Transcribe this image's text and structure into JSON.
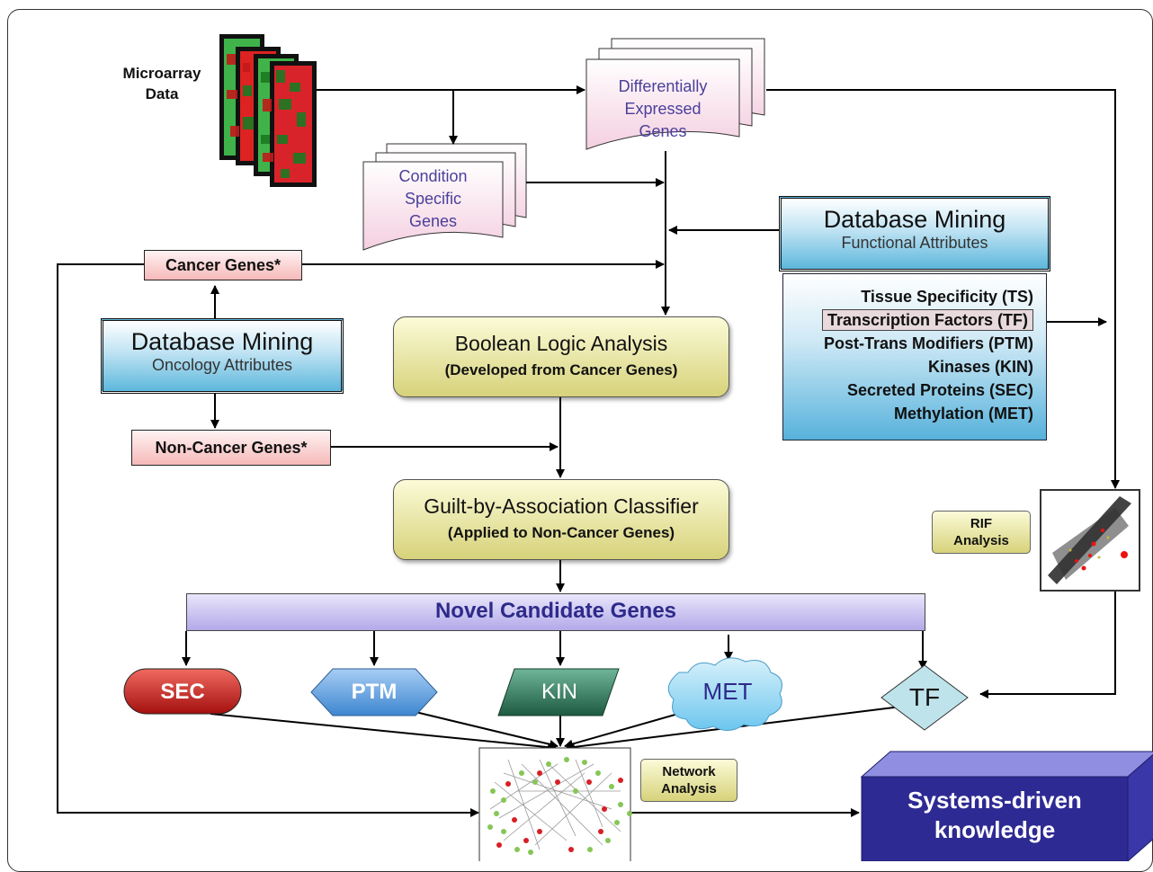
{
  "microarray_label": "Microarray Data",
  "deg_doc": [
    "Differentially",
    "Expressed",
    "Genes"
  ],
  "csg_doc": [
    "Condition",
    "Specific",
    "Genes"
  ],
  "cancer_genes": "Cancer Genes*",
  "non_cancer_genes": "Non-Cancer Genes*",
  "db_oncology": {
    "title": "Database Mining",
    "subtitle": "Oncology Attributes"
  },
  "db_functional": {
    "title": "Database Mining",
    "subtitle": "Functional Attributes"
  },
  "functional_attributes": [
    "Tissue Specificity (TS)",
    "Transcription Factors (TF)",
    "Post-Trans Modifiers (PTM)",
    "Kinases (KIN)",
    "Secreted Proteins (SEC)",
    "Methylation (MET)"
  ],
  "boolean": {
    "title": "Boolean Logic Analysis",
    "subtitle": "(Developed from Cancer Genes)"
  },
  "guilt": {
    "title": "Guilt-by-Association Classifier",
    "subtitle": "(Applied to Non-Cancer Genes)"
  },
  "rif_label": [
    "RIF",
    "Analysis"
  ],
  "novel_candidates": "Novel Candidate Genes",
  "outputs": {
    "sec": "SEC",
    "ptm": "PTM",
    "kin": "KIN",
    "met": "MET",
    "tf": "TF"
  },
  "network_label": [
    "Network",
    "Analysis"
  ],
  "systems": [
    "Systems-driven",
    "knowledge"
  ],
  "colors": {
    "sec": "#c0201e",
    "ptm": "#5a9ee0",
    "kin": "#2c7358",
    "met": "#8fd3f3",
    "tf": "#bde4ec",
    "systems": "#3a37a8"
  }
}
